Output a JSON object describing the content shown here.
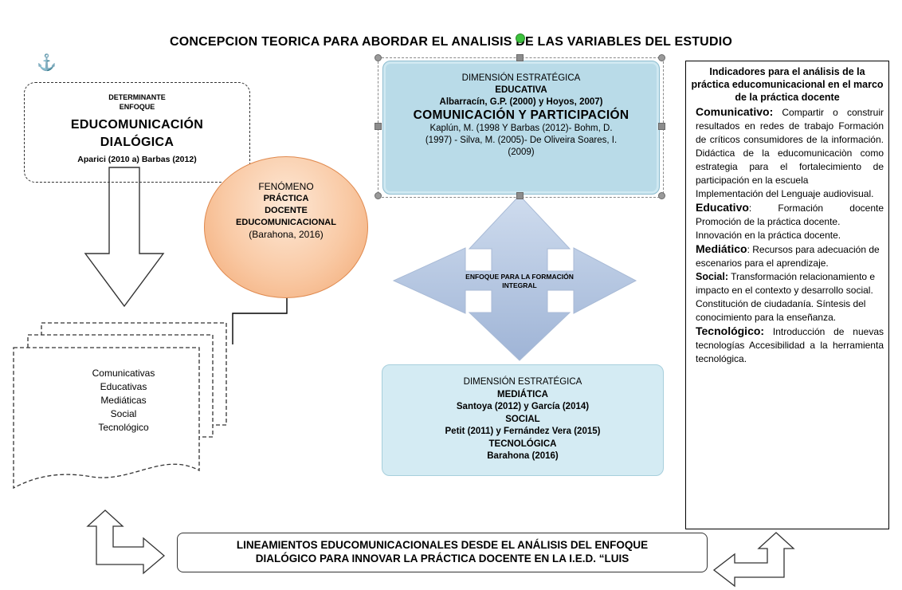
{
  "title": "CONCEPCION TEORICA  PARA ABORDAR EL ANALISIS DE LAS VARIABLES DEL ESTUDIO",
  "determinante": {
    "small1": "DETERMINANTE",
    "small2": "ENFOQUE",
    "big1": "EDUCOMUNICACIÓN",
    "big2": "DIALÓGICA",
    "ref": "Aparici (2010 a) Barbas (2012)"
  },
  "fenomeno": {
    "l1": "FENÓMENO",
    "l2": "PRÁCTICA",
    "l3": "DOCENTE",
    "l4": "EDUCOMUNICACIONAL",
    "l5": "(Barahona, 2016)"
  },
  "dim_top": {
    "l1": "DIMENSIÓN ESTRATÉGICA",
    "l2": "EDUCATIVA",
    "l3": "Albarracín, G.P. (2000) y Hoyos, 2007)",
    "l4": "COMUNICACIÓN Y PARTICIPACIÓN",
    "l5": "Kaplún, M. (1998 Y Barbas (2012)- Bohm, D.",
    "l6": "(1997) - Silva, M. (2005)-  De Oliveira Soares, I.",
    "l7": "(2009)"
  },
  "enfoque": {
    "l1": "ENFOQUE  PARA LA FORMACIÓN",
    "l2": "INTEGRAL"
  },
  "dim_bot": {
    "l1": "DIMENSIÓN ESTRATÉGICA",
    "l2": "MEDIÁTICA",
    "l3": "Santoya (2012) y García (2014)",
    "l4": "SOCIAL",
    "l5": "Petit (2011) y Fernández Vera (2015)",
    "l6": "TECNOLÓGICA",
    "l7": "Barahona (2016)"
  },
  "docs": {
    "items": [
      "Comunicativas",
      "Educativas",
      "Mediáticas",
      "Social",
      "Tecnológico"
    ]
  },
  "indicadores": {
    "header": "Indicadores  para el análisis de la práctica educomunicacional en el marco de la práctica docente",
    "comunicativo_label": "Comunicativo:",
    "comunicativo_text": " Compartir o construir resultados en redes de trabajo Formación de críticos consumidores de la información. Didáctica de la educomunicaciòn como estrategia para el fortalecimiento de participación en la escuela",
    "comunicativo_text2": "Implementación del Lenguaje audiovisual.",
    "educativo_label": "Educativo",
    "educativo_text": ": Formación docente Promoción de la práctica docente.",
    "educativo_text2": " Innovación en la práctica docente.",
    "mediatico_label": "Mediático",
    "mediatico_text": ": Recursos para adecuación de escenarios para el aprendizaje.",
    "social_label": "Social:",
    "social_text": " Transformación relacionamiento  e impacto en el contexto y desarrollo social. Constitución de ciudadanía. Síntesis del conocimiento para la enseñanza.",
    "tecnologico_label": "Tecnológico:",
    "tecnologico_text": " Introducción de nuevas tecnologías Accesibilidad a la herramienta tecnológica."
  },
  "banner": {
    "l1": "LINEAMIENTOS EDUCOMUNICACIONALES DESDE EL ANÁLISIS DEL  ENFOQUE",
    "l2": "DIALÓGICO  PARA INNOVAR  LA PRÁCTICA DOCENTE EN  LA I.E.D. “LUIS"
  },
  "colors": {
    "blue_box_top": "#b9dbe8",
    "blue_box_bottom": "#d4ebf3",
    "circle": "#f9c9a4",
    "cross_arrow": "#b4c6e0",
    "handle_green": "#3cc23c"
  },
  "icons": [
    "anchor-icon"
  ]
}
